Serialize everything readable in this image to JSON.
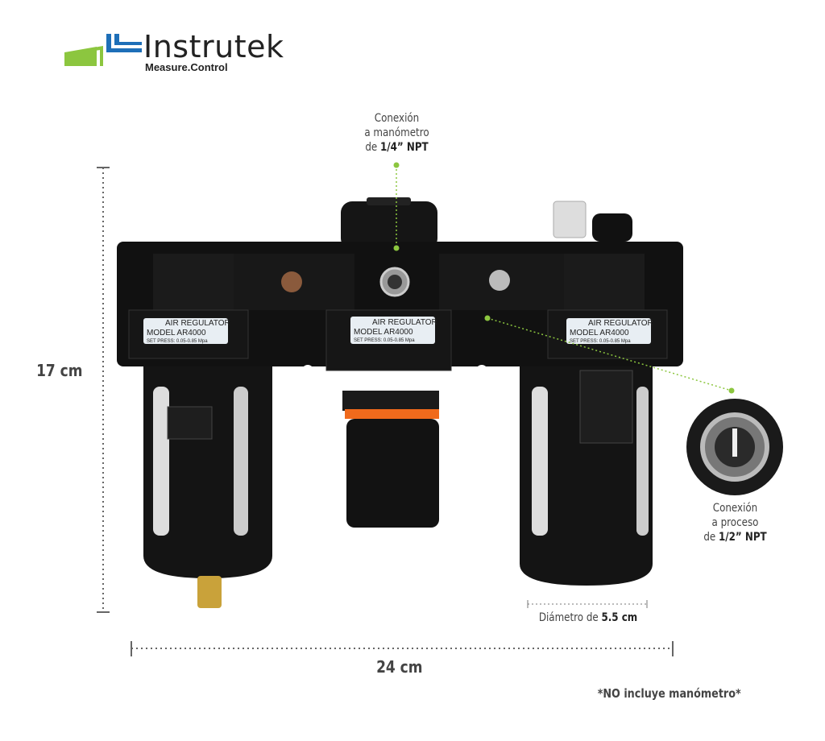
{
  "brand": {
    "name": "Instrutek",
    "tagline": "Measure.Control",
    "colors": {
      "green": "#8cc63f",
      "blue": "#1e6fb8"
    }
  },
  "callouts": {
    "gauge": {
      "line1": "Conexión",
      "line2": "a manómetro",
      "line3_prefix": "de ",
      "line3_bold": "1/4” NPT"
    },
    "process": {
      "line1": "Conexión",
      "line2": "a proceso",
      "line3_prefix": "de ",
      "line3_bold": "1/2” NPT"
    }
  },
  "dimensions": {
    "height": "17 cm",
    "width": "24 cm",
    "diameter_prefix": "Diámetro de ",
    "diameter_bold": "5.5 cm"
  },
  "note": "*NO incluye manómetro*",
  "product_label": {
    "title": "AIR REGULATOR",
    "model": "MODEL  AR4000",
    "spec": "SET PRESS: 0.05-0.85 Mpa"
  },
  "accent_color": "#8cc63f"
}
